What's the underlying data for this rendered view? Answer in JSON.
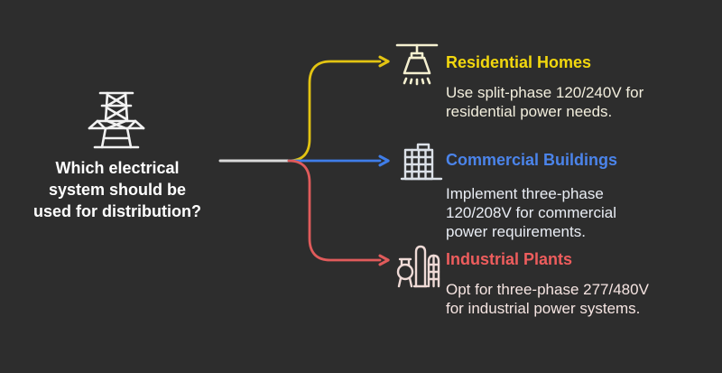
{
  "diagram": {
    "type": "decision-branch-diagram",
    "question": {
      "text": "Which electrical\nsystem should be\nused for distribution?",
      "icon": "transmission-tower-icon"
    },
    "branches": [
      {
        "id": "residential",
        "title": "Residential Homes",
        "description": "Use split-phase 120/240V for\nresidential power needs.",
        "icon": "ceiling-lamp-icon",
        "line_color": "#e3c412",
        "title_color": "#f2d70e"
      },
      {
        "id": "commercial",
        "title": "Commercial Buildings",
        "description": "Implement three-phase\n120/208V for commercial\npower requirements.",
        "icon": "office-building-icon",
        "line_color": "#3f7de8",
        "title_color": "#4b84ea"
      },
      {
        "id": "industrial",
        "title": "Industrial Plants",
        "description": "Opt for three-phase 277/480V\nfor industrial power systems.",
        "icon": "factory-icon",
        "line_color": "#e05b5b",
        "title_color": "#ee5d5d"
      }
    ],
    "palette": {
      "background": "#2d2d2d",
      "stem_line": "#d9d9d9",
      "question_text": "#ffffff",
      "tower_icon": "#f2f2f2",
      "lamp_icon": "#f5f0d0",
      "building_icon": "#dce1e8",
      "factory_icon": "#efdad6"
    }
  }
}
